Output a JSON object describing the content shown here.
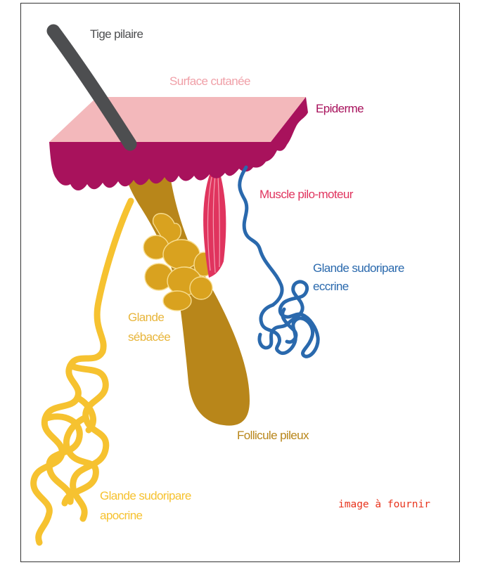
{
  "labels": {
    "hair_shaft": "Tige pilaire",
    "skin_surface": "Surface cutanée",
    "epidermis": "Epiderme",
    "arrector_muscle": "Muscle pilo-moteur",
    "eccrine_gland_line1": "Glande sudoripare",
    "eccrine_gland_line2": "eccrine",
    "sebaceous_gland_line1": "Glande",
    "sebaceous_gland_line2": "sébacée",
    "hair_follicle": "Follicule pileux",
    "apocrine_gland_line1": "Glande sudoripare",
    "apocrine_gland_line2": "apocrine"
  },
  "placeholder_text": "image à fournir",
  "colors": {
    "hair_shaft": "#4d4e50",
    "skin_surface": "#f3b8bb",
    "epidermis": "#a8125c",
    "muscle": "#e0345e",
    "eccrine": "#2a69ad",
    "sebaceous": "#d9a21f",
    "follicle": "#b8861a",
    "apocrine": "#f6c230",
    "placeholder": "#e8331c"
  }
}
